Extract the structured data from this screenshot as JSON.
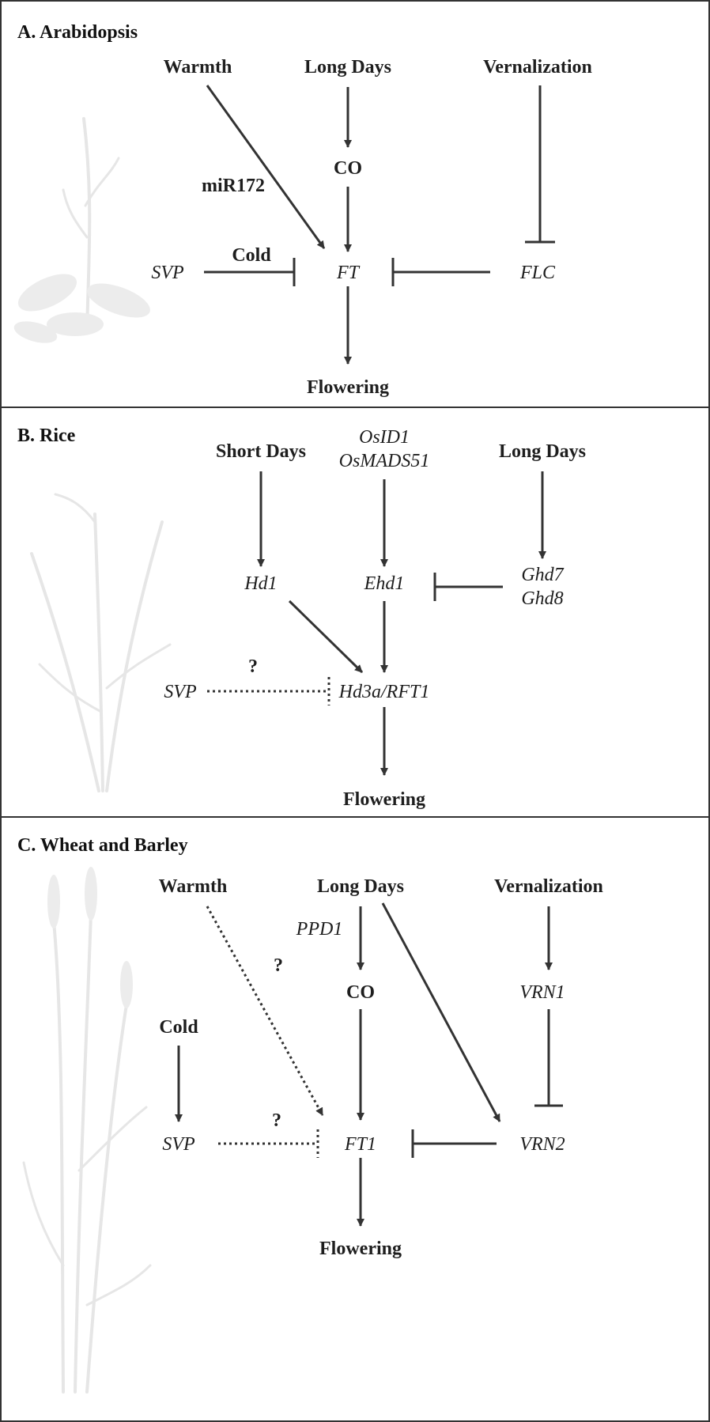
{
  "panels": {
    "a": {
      "title": "A. Arabidopsis",
      "warmth": "Warmth",
      "long_days": "Long Days",
      "vernalization": "Vernalization",
      "co": "CO",
      "mir172": "miR172",
      "svp": "SVP",
      "cold": "Cold",
      "ft": "FT",
      "flc": "FLC",
      "flowering": "Flowering"
    },
    "b": {
      "title": "B. Rice",
      "short_days": "Short Days",
      "osid1": "OsID1",
      "osmads51": "OsMADS51",
      "long_days": "Long Days",
      "hd1": "Hd1",
      "ehd1": "Ehd1",
      "ghd7": "Ghd7",
      "ghd8": "Ghd8",
      "svp": "SVP",
      "question": "?",
      "hd3a_rft1": "Hd3a/RFT1",
      "flowering": "Flowering"
    },
    "c": {
      "title": "C. Wheat and Barley",
      "warmth": "Warmth",
      "long_days": "Long Days",
      "vernalization": "Vernalization",
      "ppd1": "PPD1",
      "co": "CO",
      "vrn1": "VRN1",
      "question_warmth": "?",
      "cold": "Cold",
      "svp": "SVP",
      "question_svp": "?",
      "ft1": "FT1",
      "vrn2": "VRN2",
      "flowering": "Flowering"
    }
  },
  "colors": {
    "text": "#1e1e1e",
    "lines": "#333333",
    "watermark": "#e6e6e6"
  }
}
